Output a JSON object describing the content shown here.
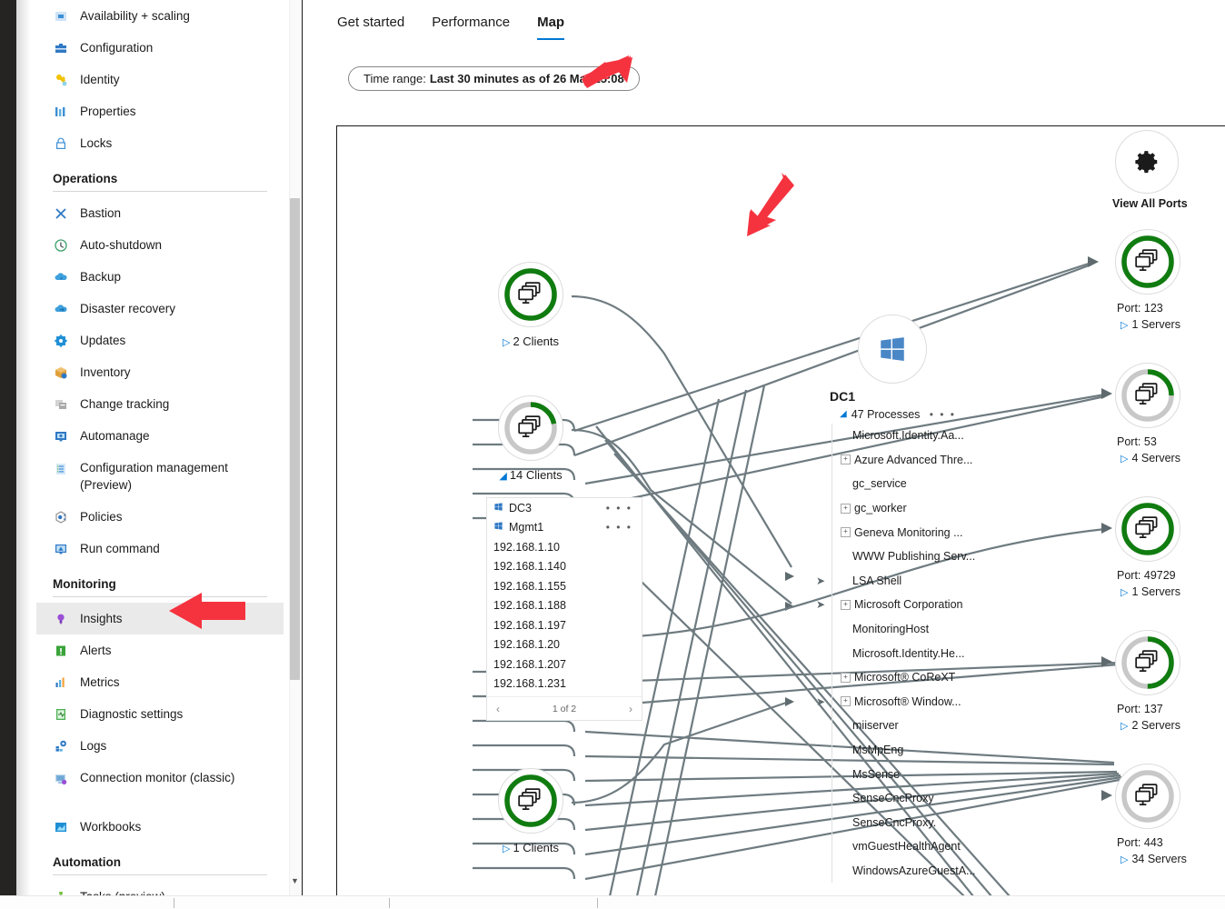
{
  "sidebar": {
    "items": [
      {
        "label": "Availability + scaling",
        "icon": "availability-icon",
        "selected": false
      },
      {
        "label": "Configuration",
        "icon": "configuration-icon",
        "selected": false
      },
      {
        "label": "Identity",
        "icon": "identity-key-icon",
        "selected": false
      },
      {
        "label": "Properties",
        "icon": "properties-icon",
        "selected": false
      },
      {
        "label": "Locks",
        "icon": "lock-icon",
        "selected": false
      }
    ],
    "groups": [
      {
        "title": "Operations",
        "items": [
          {
            "label": "Bastion",
            "icon": "bastion-icon",
            "selected": false
          },
          {
            "label": "Auto-shutdown",
            "icon": "clock-icon",
            "selected": false
          },
          {
            "label": "Backup",
            "icon": "backup-cloud-icon",
            "selected": false
          },
          {
            "label": "Disaster recovery",
            "icon": "disaster-recovery-icon",
            "selected": false
          },
          {
            "label": "Updates",
            "icon": "updates-gear-icon",
            "selected": false
          },
          {
            "label": "Inventory",
            "icon": "inventory-box-icon",
            "selected": false
          },
          {
            "label": "Change tracking",
            "icon": "change-tracking-icon",
            "selected": false
          },
          {
            "label": "Automanage",
            "icon": "automanage-icon",
            "selected": false
          },
          {
            "label": "Configuration management (Preview)",
            "icon": "config-management-icon",
            "selected": false
          },
          {
            "label": "Policies",
            "icon": "policies-icon",
            "selected": false
          },
          {
            "label": "Run command",
            "icon": "run-command-icon",
            "selected": false
          }
        ]
      },
      {
        "title": "Monitoring",
        "items": [
          {
            "label": "Insights",
            "icon": "insights-bulb-icon",
            "selected": true
          },
          {
            "label": "Alerts",
            "icon": "alerts-icon",
            "selected": false
          },
          {
            "label": "Metrics",
            "icon": "metrics-chart-icon",
            "selected": false
          },
          {
            "label": "Diagnostic settings",
            "icon": "diagnostic-settings-icon",
            "selected": false
          },
          {
            "label": "Logs",
            "icon": "logs-icon",
            "selected": false
          },
          {
            "label": "Connection monitor (classic)",
            "icon": "connection-monitor-icon",
            "selected": false
          },
          {
            "label": "Workbooks",
            "icon": "workbooks-icon",
            "selected": false
          }
        ]
      },
      {
        "title": "Automation",
        "items": [
          {
            "label": "Tasks (preview)",
            "icon": "tasks-icon",
            "selected": false
          }
        ]
      }
    ]
  },
  "tabs": [
    {
      "label": "Get started",
      "active": false
    },
    {
      "label": "Performance",
      "active": false
    },
    {
      "label": "Map",
      "active": true
    }
  ],
  "time_range": {
    "prefix": "Time range:",
    "value": "Last 30 minutes as of 26 Mar 15:08"
  },
  "map": {
    "view_all_ports_label": "View All Ports",
    "client_nodes": [
      {
        "caption": "2 Clients",
        "expanded": false,
        "ring_percent": 100,
        "ring_color": "#107c10"
      },
      {
        "caption": "14 Clients",
        "expanded": true,
        "ring_percent": 22,
        "ring_color": "#107c10"
      },
      {
        "caption": "1 Clients",
        "expanded": false,
        "ring_percent": 100,
        "ring_color": "#107c10"
      }
    ],
    "client_list": {
      "rows": [
        {
          "label": "DC3",
          "type": "machine",
          "has_menu": true
        },
        {
          "label": "Mgmt1",
          "type": "machine",
          "has_menu": true
        },
        {
          "label": "192.168.1.10",
          "type": "ip",
          "has_menu": false
        },
        {
          "label": "192.168.1.140",
          "type": "ip",
          "has_menu": false
        },
        {
          "label": "192.168.1.155",
          "type": "ip",
          "has_menu": false
        },
        {
          "label": "192.168.1.188",
          "type": "ip",
          "has_menu": false
        },
        {
          "label": "192.168.1.197",
          "type": "ip",
          "has_menu": false
        },
        {
          "label": "192.168.1.20",
          "type": "ip",
          "has_menu": false
        },
        {
          "label": "192.168.1.207",
          "type": "ip",
          "has_menu": false
        },
        {
          "label": "192.168.1.231",
          "type": "ip",
          "has_menu": false
        }
      ],
      "pager": "1 of 2",
      "prev": "‹",
      "next": "›"
    },
    "server": {
      "name": "DC1",
      "process_count_label": "47 Processes",
      "menu_dots": "• • •",
      "processes": [
        {
          "label": "Microsoft.Identity.Aa...",
          "expandable": false,
          "inbound": false
        },
        {
          "label": "Azure Advanced Thre...",
          "expandable": true,
          "inbound": false
        },
        {
          "label": "gc_service",
          "expandable": false,
          "inbound": false
        },
        {
          "label": "gc_worker",
          "expandable": true,
          "inbound": false
        },
        {
          "label": "Geneva Monitoring ...",
          "expandable": true,
          "inbound": false
        },
        {
          "label": "WWW Publishing Serv...",
          "expandable": false,
          "inbound": false
        },
        {
          "label": "LSA Shell",
          "expandable": false,
          "inbound": true
        },
        {
          "label": "Microsoft Corporation",
          "expandable": true,
          "inbound": true
        },
        {
          "label": "MonitoringHost",
          "expandable": false,
          "inbound": false
        },
        {
          "label": "Microsoft.Identity.He...",
          "expandable": false,
          "inbound": false
        },
        {
          "label": "Microsoft® CoReXT",
          "expandable": true,
          "inbound": false
        },
        {
          "label": "Microsoft® Window...",
          "expandable": true,
          "inbound": true
        },
        {
          "label": "miiserver",
          "expandable": false,
          "inbound": false
        },
        {
          "label": "MsMpEng",
          "expandable": false,
          "inbound": false
        },
        {
          "label": "MsSense",
          "expandable": false,
          "inbound": false
        },
        {
          "label": "SenseCncProxy",
          "expandable": false,
          "inbound": false
        },
        {
          "label": "SenseCncProxy.",
          "expandable": false,
          "inbound": false
        },
        {
          "label": "vmGuestHealthAgent",
          "expandable": false,
          "inbound": false
        },
        {
          "label": "WindowsAzureGuestA...",
          "expandable": false,
          "inbound": false
        }
      ]
    },
    "port_nodes": [
      {
        "port_label": "Port: 123",
        "servers_label": "1 Servers",
        "ring_percent": 100,
        "ring_color": "#107c10"
      },
      {
        "port_label": "Port: 53",
        "servers_label": "4 Servers",
        "ring_percent": 25,
        "ring_color": "#107c10"
      },
      {
        "port_label": "Port: 49729",
        "servers_label": "1 Servers",
        "ring_percent": 100,
        "ring_color": "#107c10"
      },
      {
        "port_label": "Port: 137",
        "servers_label": "2 Servers",
        "ring_percent": 50,
        "ring_color": "#107c10"
      },
      {
        "port_label": "Port: 443",
        "servers_label": "34 Servers",
        "ring_percent": 0,
        "ring_color": "#107c10"
      }
    ]
  },
  "colors": {
    "accent": "#0078d4",
    "ring_green": "#107c10",
    "ring_gray": "#c8c8c8",
    "edge": "#6e7b80",
    "annotation_red": "#f5333f"
  }
}
